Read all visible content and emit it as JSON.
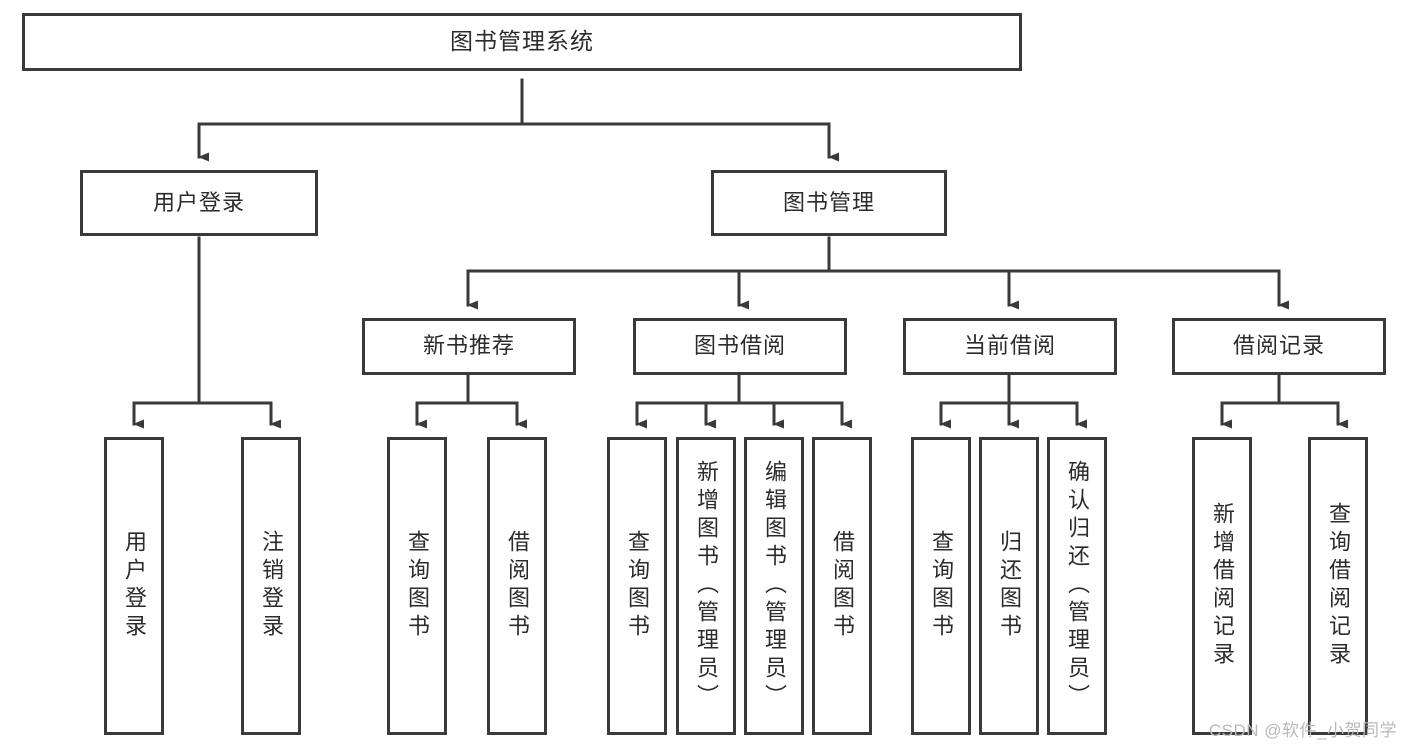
{
  "diagram": {
    "title": "图书管理系统",
    "watermark": "CSDN @软件_小贺同学",
    "colors": {
      "stroke": "#3a3a3a",
      "text": "#2b2b2b",
      "background": "#ffffff",
      "watermark": "#b9b9b9"
    },
    "nodes": {
      "root": {
        "label": "图书管理系统",
        "orientation": "horizontal"
      },
      "level2": [
        {
          "label": "用户登录",
          "orientation": "horizontal"
        },
        {
          "label": "图书管理",
          "orientation": "horizontal"
        }
      ],
      "level3": [
        {
          "label": "新书推荐",
          "orientation": "horizontal"
        },
        {
          "label": "图书借阅",
          "orientation": "horizontal"
        },
        {
          "label": "当前借阅",
          "orientation": "horizontal"
        },
        {
          "label": "借阅记录",
          "orientation": "horizontal"
        }
      ],
      "leaves": {
        "user_login": [
          {
            "label": "用户登录",
            "orientation": "vertical"
          },
          {
            "label": "注销登录",
            "orientation": "vertical"
          }
        ],
        "new_book_recommend": [
          {
            "label": "查询图书",
            "orientation": "vertical"
          },
          {
            "label": "借阅图书",
            "orientation": "vertical"
          }
        ],
        "book_borrow": [
          {
            "label": "查询图书",
            "orientation": "vertical"
          },
          {
            "label": "新增图书（管理员）",
            "orientation": "vertical"
          },
          {
            "label": "编辑图书（管理员）",
            "orientation": "vertical"
          },
          {
            "label": "借阅图书",
            "orientation": "vertical"
          }
        ],
        "current_borrow": [
          {
            "label": "查询图书",
            "orientation": "vertical"
          },
          {
            "label": "归还图书",
            "orientation": "vertical"
          },
          {
            "label": "确认归还（管理员）",
            "orientation": "vertical"
          }
        ],
        "borrow_records": [
          {
            "label": "新增借阅记录",
            "orientation": "vertical"
          },
          {
            "label": "查询借阅记录",
            "orientation": "vertical"
          }
        ]
      }
    },
    "edges": [
      {
        "from": "图书管理系统",
        "to": "用户登录"
      },
      {
        "from": "图书管理系统",
        "to": "图书管理"
      },
      {
        "from": "图书管理",
        "to": "新书推荐"
      },
      {
        "from": "图书管理",
        "to": "图书借阅"
      },
      {
        "from": "图书管理",
        "to": "当前借阅"
      },
      {
        "from": "图书管理",
        "to": "借阅记录"
      },
      {
        "from": "用户登录",
        "to": "用户登录"
      },
      {
        "from": "用户登录",
        "to": "注销登录"
      },
      {
        "from": "新书推荐",
        "to": "查询图书"
      },
      {
        "from": "新书推荐",
        "to": "借阅图书"
      },
      {
        "from": "图书借阅",
        "to": "查询图书"
      },
      {
        "from": "图书借阅",
        "to": "新增图书（管理员）"
      },
      {
        "from": "图书借阅",
        "to": "编辑图书（管理员）"
      },
      {
        "from": "图书借阅",
        "to": "借阅图书"
      },
      {
        "from": "当前借阅",
        "to": "查询图书"
      },
      {
        "from": "当前借阅",
        "to": "归还图书"
      },
      {
        "from": "当前借阅",
        "to": "确认归还（管理员）"
      },
      {
        "from": "借阅记录",
        "to": "新增借阅记录"
      },
      {
        "from": "借阅记录",
        "to": "查询借阅记录"
      }
    ]
  }
}
